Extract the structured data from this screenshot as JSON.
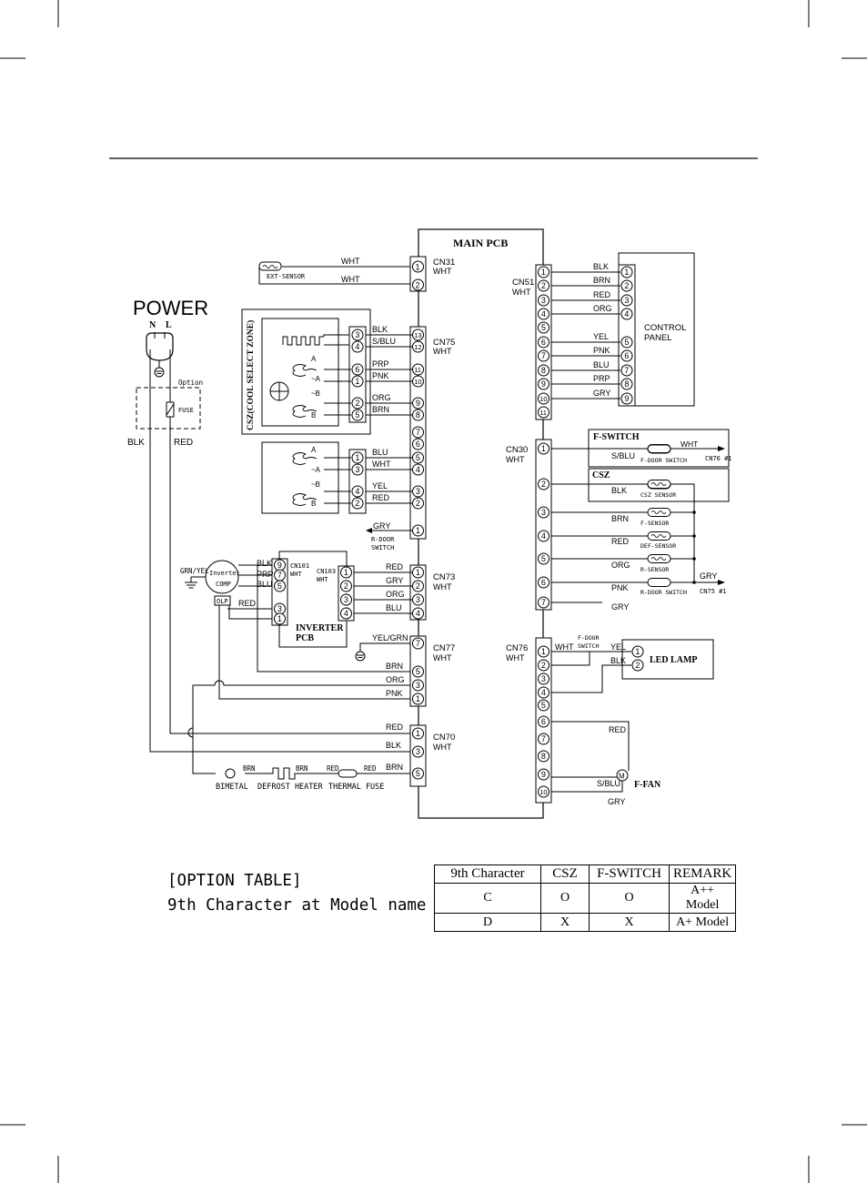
{
  "pcb": {
    "main": "MAIN PCB",
    "inverter_l1": "INVERTER",
    "inverter_l2": "PCB"
  },
  "power": {
    "title": "POWER",
    "n": "N",
    "l": "L",
    "option": "Option",
    "fuse": "FUSE",
    "blk": "BLK",
    "red": "RED"
  },
  "cn31": {
    "name": "CN31",
    "color": "WHT",
    "w1": "WHT",
    "w2": "WHT",
    "sensor": "EXT-SENSOR",
    "pins": [
      "1",
      "2"
    ]
  },
  "cn75": {
    "name": "CN75",
    "color": "WHT",
    "pins": [
      "13",
      "12",
      "11",
      "10",
      "9",
      "8",
      "7",
      "6",
      "5",
      "4",
      "3",
      "2",
      "1"
    ]
  },
  "csz": {
    "zone_label": "CSZ(COOL SELECT ZONE)",
    "wires_top": [
      "BLK",
      "S/BLU",
      "PRP",
      "PNK",
      "ORG",
      "BRN"
    ],
    "conn_top": [
      "3",
      "4",
      "6",
      "1",
      "2",
      "5"
    ],
    "wires_bot": [
      "BLU",
      "WHT",
      "YEL",
      "RED"
    ],
    "conn_bot": [
      "1",
      "3",
      "4",
      "2"
    ],
    "labels": [
      "A",
      "~A",
      "~B",
      "B",
      "A",
      "~A",
      "~B",
      "B"
    ],
    "gry": "GRY",
    "rdoor_1": "R-DOOR",
    "rdoor_2": "SWITCH"
  },
  "cn51": {
    "name": "CN51",
    "color": "WHT",
    "pins": [
      "1",
      "2",
      "3",
      "4",
      "5",
      "6",
      "7",
      "8",
      "9",
      "10",
      "11"
    ],
    "wires": [
      "BLK",
      "BRN",
      "RED",
      "ORG",
      "YEL",
      "PNK",
      "BLU",
      "PRP",
      "GRY"
    ],
    "panel_pins": [
      "1",
      "2",
      "3",
      "4",
      "5",
      "6",
      "7",
      "8",
      "9"
    ],
    "panel_l1": "CONTROL",
    "panel_l2": "PANEL"
  },
  "cn30": {
    "name": "CN30",
    "color": "WHT",
    "pins": [
      "1",
      "2",
      "3",
      "4",
      "5",
      "6",
      "7"
    ],
    "fswitch_title": "F-SWITCH",
    "sblu": "S/BLU",
    "wht": "WHT",
    "fdoor": "F-DOOR SWITCH",
    "cn76_ref": "CN76 #1",
    "csz_title": "CSZ",
    "blk": "BLK",
    "csz_sensor": "CSZ SENSOR",
    "brn": "BRN",
    "fsensor": "F-SENSOR",
    "red": "RED",
    "defsensor": "DEF-SENSOR",
    "org": "ORG",
    "rsensor": "R-SENSOR",
    "pnk": "PNK",
    "rdoor": "R-DOOR SWITCH",
    "gry1": "GRY",
    "cn75_ref": "CN75 #1",
    "gry2": "GRY"
  },
  "cn73": {
    "name": "CN73",
    "color": "WHT",
    "pins": [
      "1",
      "2",
      "3",
      "4"
    ],
    "wires": [
      "RED",
      "GRY",
      "ORG",
      "BLU"
    ]
  },
  "inverter": {
    "grnyel": "GRN/YEL",
    "comp_l1": "Inverter",
    "comp_l2": "COMP",
    "olp": "OLP",
    "cn101": "CN101",
    "cn101_color": "WHT",
    "cn103": "CN103",
    "cn103_color": "WHT",
    "pins101": [
      "9",
      "7",
      "5",
      "3",
      "1"
    ],
    "wires": [
      "BLK",
      "PRP",
      "BLU",
      "RED"
    ],
    "pins103": [
      "1",
      "2",
      "3",
      "4"
    ]
  },
  "cn77": {
    "name": "CN77",
    "color": "WHT",
    "pins": [
      "7",
      "5",
      "3",
      "1"
    ],
    "wires": [
      "YEL/GRN",
      "BRN",
      "ORG",
      "PNK"
    ]
  },
  "cn70": {
    "name": "CN70",
    "color": "WHT",
    "pins": [
      "1",
      "3",
      "5"
    ],
    "wires": [
      "RED",
      "BLK",
      "BRN"
    ],
    "heater_wires": [
      "BRN",
      "BRN",
      "RED",
      "RED"
    ],
    "bimetal": "BIMETAL",
    "defrost": "DEFROST HEATER",
    "thermal": "THERMAL FUSE"
  },
  "cn76": {
    "name": "CN76",
    "color": "WHT",
    "pins": [
      "1",
      "2",
      "3",
      "4",
      "5",
      "6",
      "7",
      "8",
      "9",
      "10"
    ],
    "fdoor_1": "F-DOOR",
    "fdoor_2": "SWITCH",
    "wht": "WHT",
    "yel": "YEL",
    "blk": "BLK",
    "lamp": "LED LAMP",
    "lamp_pins": [
      "1",
      "2"
    ],
    "red": "RED",
    "sblu": "S/BLU",
    "gry": "GRY",
    "motor": "M",
    "ffan": "F-FAN"
  },
  "option": {
    "title_l1": "[OPTION TABLE]",
    "title_l2": "9th Character at Model name",
    "headers": [
      "9th Character",
      "CSZ",
      "F-SWITCH",
      "REMARK"
    ],
    "rows": [
      [
        "C",
        "O",
        "O",
        "A++ Model"
      ],
      [
        "D",
        "X",
        "X",
        "A+ Model"
      ]
    ]
  }
}
